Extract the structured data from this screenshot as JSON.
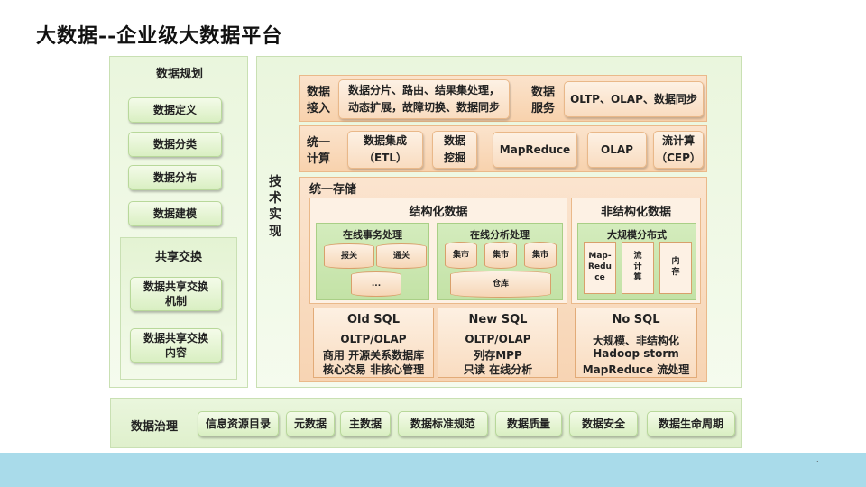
{
  "title": "大数据--企业级大数据平台",
  "left_panel": {
    "title": "数据规划",
    "items": [
      "数据定义",
      "数据分类",
      "数据分布",
      "数据建模"
    ],
    "share": {
      "title": "共享交换",
      "items": [
        "数据共享交换机制",
        "数据共享交换内容"
      ]
    }
  },
  "tech": {
    "label": "技术实现",
    "access": {
      "label": "数据接入",
      "content_line1": "数据分片、路由、结果集处理，",
      "content_line2": "动态扩展，故障切换、数据同步"
    },
    "service": {
      "label": "数据服务",
      "content": "OLTP、OLAP、数据同步"
    },
    "compute": {
      "label": "统一计算",
      "items": [
        {
          "line1": "数据集成",
          "line2": "（ETL）"
        },
        {
          "line1": "数据",
          "line2": "挖掘"
        },
        {
          "line1": "MapReduce",
          "line2": ""
        },
        {
          "line1": "OLAP",
          "line2": ""
        },
        {
          "line1": "流计算",
          "line2": "（CEP）"
        }
      ]
    },
    "storage": {
      "label": "统一存储",
      "structured": {
        "title": "结构化数据",
        "oltp": {
          "title": "在线事务处理",
          "cyl": [
            "报关",
            "通关",
            "..."
          ]
        },
        "olap": {
          "title": "在线分析处理",
          "cyl": [
            "集市",
            "集市",
            "集市",
            "仓库"
          ]
        }
      },
      "unstructured": {
        "title": "非结构化数据",
        "dist": {
          "title": "大规模分布式",
          "boxes": [
            "Map-Reduce",
            "流计算",
            "内存"
          ]
        }
      },
      "sql": [
        {
          "title": "Old SQL",
          "lines": [
            "OLTP/OLAP",
            "商用 开源关系数据库",
            "核心交易 非核心管理"
          ]
        },
        {
          "title": "New SQL",
          "lines": [
            "OLTP/OLAP",
            "列存MPP",
            "只读  在线分析"
          ]
        },
        {
          "title": "No SQL",
          "lines": [
            "大规模、非结构化",
            "Hadoop storm",
            "MapReduce 流处理"
          ]
        }
      ]
    }
  },
  "governance": {
    "label": "数据治理",
    "items": [
      "信息资源目录",
      "元数据",
      "主数据",
      "数据标准规范",
      "数据质量",
      "数据安全",
      "数据生命周期"
    ]
  },
  "footer_mark": "."
}
